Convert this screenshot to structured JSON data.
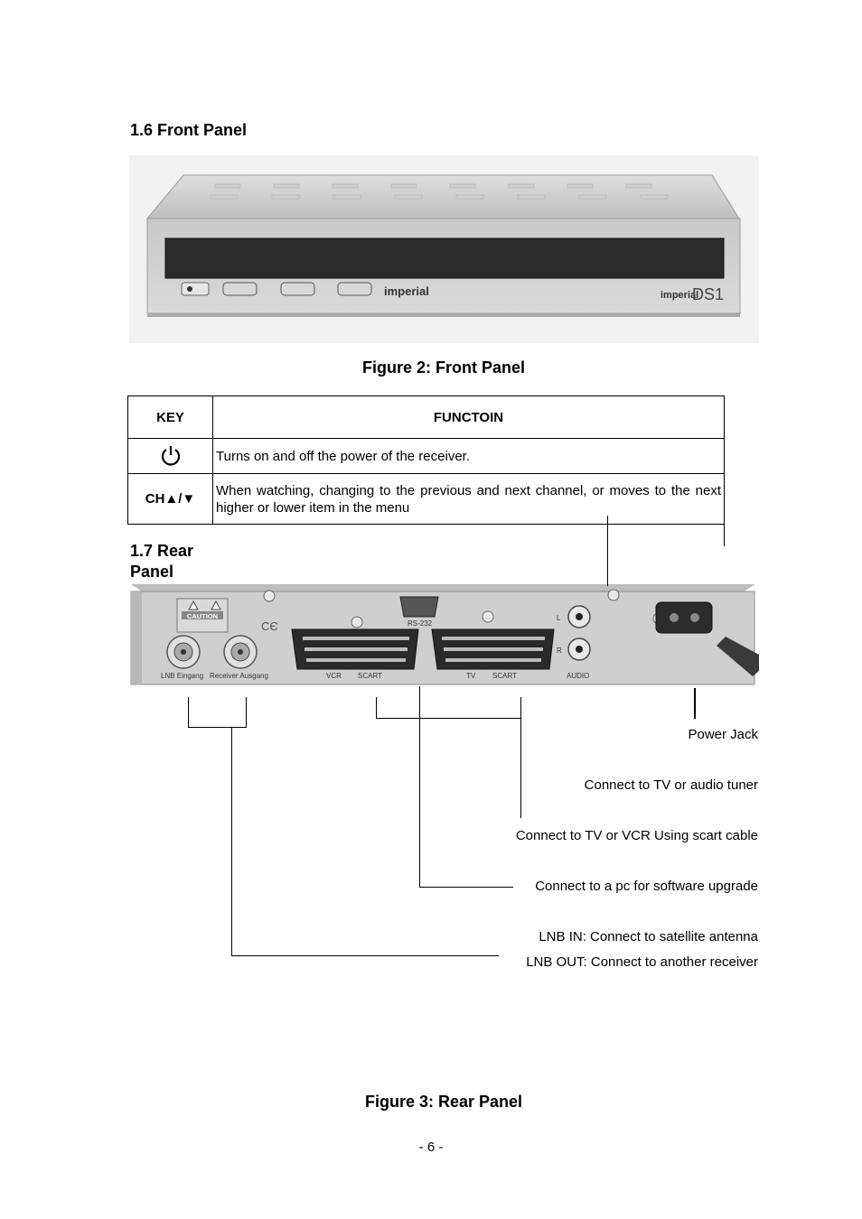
{
  "section_front": "1.6 Front Panel",
  "figure2_caption": "Figure 2: Front Panel",
  "front_panel": {
    "brand": "imperial",
    "model_brand": "imperial",
    "model": "DS1"
  },
  "key_table": {
    "header_key": "KEY",
    "header_function": "FUNCTOIN",
    "rows": [
      {
        "key_icon": "power-icon",
        "key": "",
        "function": "Turns on and off the power of the receiver."
      },
      {
        "key": "CH▲/▼",
        "function": "When watching, changing to the previous and next channel, or moves to the next higher or lower item in the menu"
      }
    ]
  },
  "section_rear": "1.7 Rear Panel",
  "rear_panel": {
    "caution": "CAUTION",
    "lnb_in": "LNB Eingang",
    "receiver_out": "Receiver Ausgang",
    "vcr": "VCR",
    "scart1": "SCART",
    "rs232": "RS-232",
    "tv": "TV",
    "scart2": "SCART",
    "audio_l": "L",
    "audio_r": "R",
    "audio": "AUDIO"
  },
  "callouts": {
    "power_jack": "Power Jack",
    "audio": "Connect to TV or audio tuner",
    "scart": "Connect to TV or VCR Using scart cable",
    "rs232": "Connect to a pc for software upgrade",
    "lnb_in": "LNB IN: Connect to satellite antenna",
    "lnb_out": "LNB OUT: Connect to another receiver"
  },
  "figure3_caption": "Figure 3: Rear Panel",
  "page_number": "- 6 -"
}
